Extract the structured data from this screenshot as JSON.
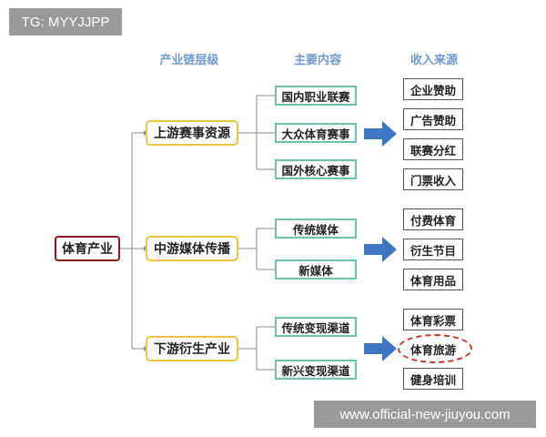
{
  "watermark_top": "TG: MYYJJPP",
  "watermark_bottom": "www.official-new-jiuyou.com",
  "headers": {
    "chain": "产业链层级",
    "content": "主要内容",
    "revenue": "收入来源"
  },
  "root": "体育产业",
  "tiers": [
    {
      "label": "上游赛事资源",
      "contents": [
        "国内职业联赛",
        "大众体育赛事",
        "国外核心赛事"
      ],
      "revenue": [
        "企业赞助",
        "广告赞助",
        "联赛分红",
        "门票收入"
      ]
    },
    {
      "label": "中游媒体传播",
      "contents": [
        "传统媒体",
        "新媒体"
      ],
      "revenue": [
        "付费体育",
        "衍生节目",
        "体育用品"
      ]
    },
    {
      "label": "下游衍生产业",
      "contents": [
        "传统变现渠道",
        "新兴变现渠道"
      ],
      "revenue": [
        "体育彩票",
        "体育旅游",
        "健身培训"
      ]
    }
  ],
  "colors": {
    "header": "#6f9ad0",
    "root_border": "#8b1a1a",
    "tier_border": "#e8c640",
    "content_border": "#6fc3a2",
    "arrow_fill": "#3f76c4",
    "highlight": "#c0392b"
  }
}
